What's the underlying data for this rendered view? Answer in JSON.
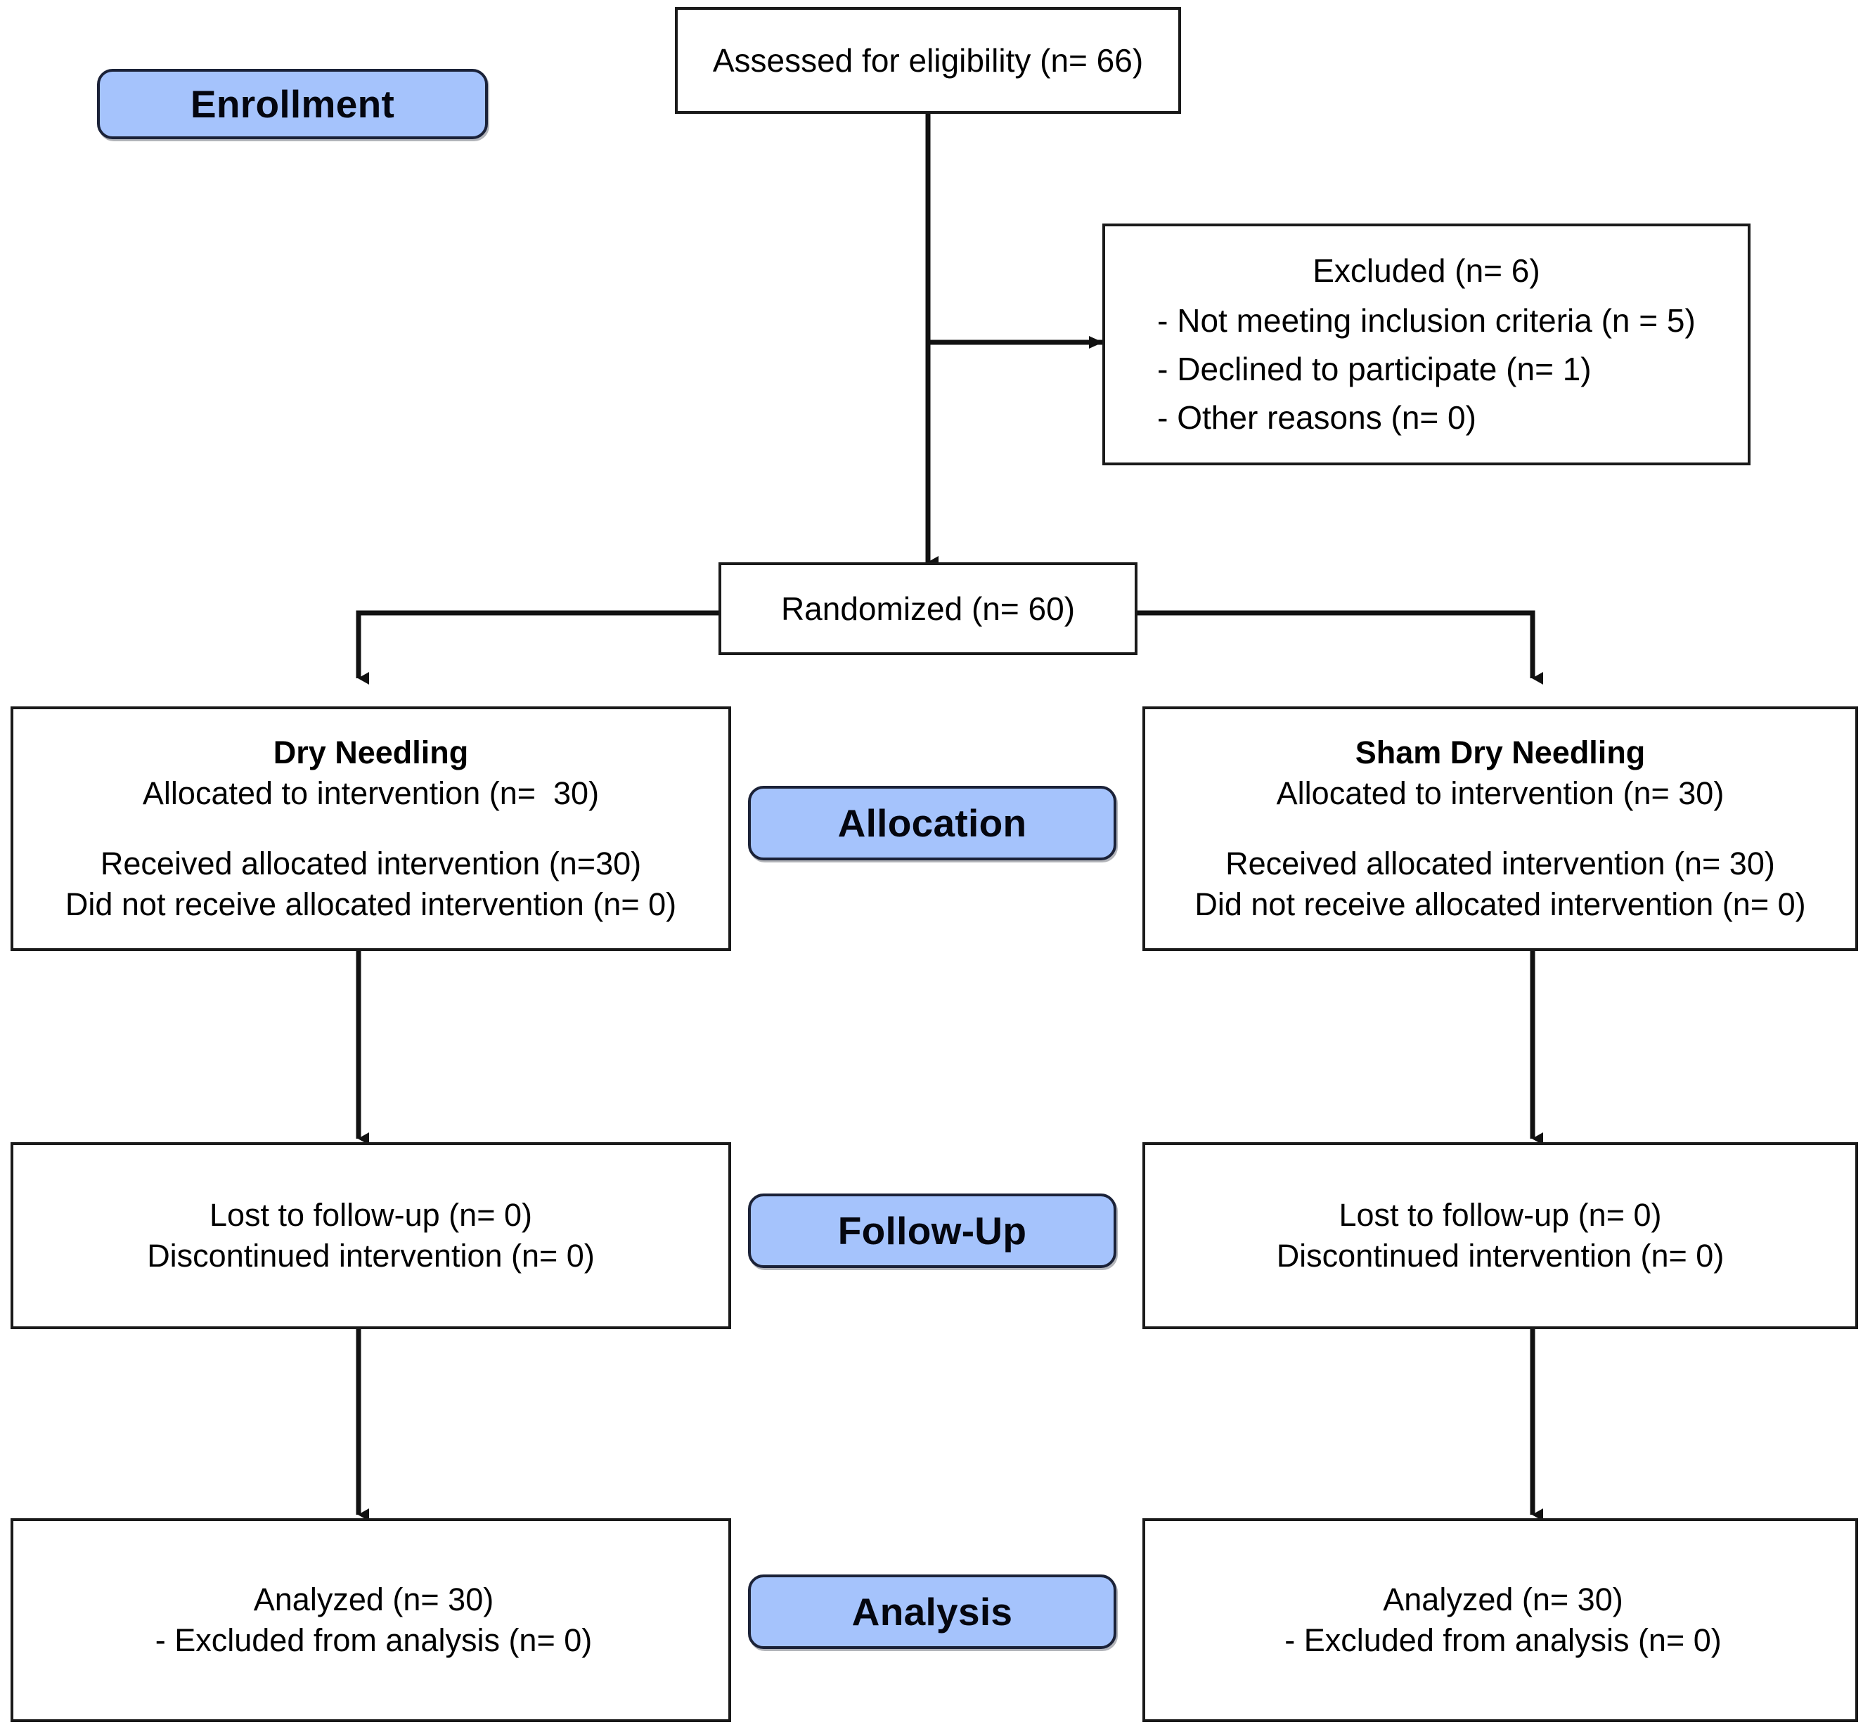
{
  "diagram": {
    "title": "CONSORT participant flow diagram",
    "accent_color": "#a5c3fc",
    "border_color": "#1b2238",
    "box_border_color": "#1a1a1a",
    "background_color": "#ffffff"
  },
  "stage_labels": {
    "enrollment": "Enrollment",
    "allocation": "Allocation",
    "followup": "Follow-Up",
    "analysis": "Analysis"
  },
  "nodes": {
    "assessed": {
      "text": "Assessed for eligibility (n= 66)"
    },
    "excluded": {
      "heading": "Excluded (n= 6)",
      "reasons": [
        "- Not meeting inclusion criteria (n = 5)",
        "- Declined to participate (n= 1)",
        "- Other reasons (n= 0)"
      ]
    },
    "randomized": {
      "text": "Randomized (n= 60)"
    },
    "alloc_left": {
      "title": "Dry Needling",
      "allocated": "Allocated to intervention (n=  30)",
      "received": "Received allocated intervention (n=30)",
      "not_received": "Did not receive allocated intervention (n= 0)"
    },
    "alloc_right": {
      "title": "Sham Dry Needling",
      "allocated": "Allocated to intervention (n= 30)",
      "received": "Received allocated intervention (n= 30)",
      "not_received": "Did not receive allocated intervention (n= 0)"
    },
    "follow_left": {
      "lost": "Lost to follow-up (n= 0)",
      "discontinued": "Discontinued intervention (n= 0)"
    },
    "follow_right": {
      "lost": "Lost to follow-up (n= 0)",
      "discontinued": "Discontinued intervention (n= 0)"
    },
    "analysis_left": {
      "analyzed": "Analyzed (n= 30)",
      "excluded": "- Excluded from analysis (n= 0)"
    },
    "analysis_right": {
      "analyzed": "Analyzed (n= 30)",
      "excluded": "- Excluded from analysis (n= 0)"
    }
  },
  "chart_data": {
    "type": "diagram",
    "title": "CONSORT flow diagram",
    "stages": [
      "Enrollment",
      "Allocation",
      "Follow-Up",
      "Analysis"
    ],
    "counts": {
      "assessed_for_eligibility": 66,
      "excluded_total": 6,
      "excluded_not_meeting_inclusion_criteria": 5,
      "excluded_declined_to_participate": 1,
      "excluded_other_reasons": 0,
      "randomized": 60,
      "dry_needling_allocated": 30,
      "dry_needling_received": 30,
      "dry_needling_not_received": 0,
      "dry_needling_lost_to_followup": 0,
      "dry_needling_discontinued": 0,
      "dry_needling_analyzed": 30,
      "dry_needling_excluded_from_analysis": 0,
      "sham_dry_needling_allocated": 30,
      "sham_dry_needling_received": 30,
      "sham_dry_needling_not_received": 0,
      "sham_dry_needling_lost_to_followup": 0,
      "sham_dry_needling_discontinued": 0,
      "sham_dry_needling_analyzed": 30,
      "sham_dry_needling_excluded_from_analysis": 0
    },
    "arms": [
      "Dry Needling",
      "Sham Dry Needling"
    ]
  }
}
